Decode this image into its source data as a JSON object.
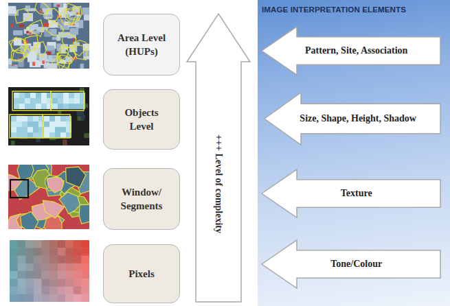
{
  "diagram": {
    "nodes": [
      {
        "text": [
          "Area Level (HUPs)"
        ]
      },
      {
        "text": [
          "Objects Level"
        ]
      },
      {
        "text": [
          "Window/ Segments"
        ]
      },
      {
        "text": [
          "Pixels"
        ]
      },
      {
        "text": [
          "+++ Level of complexity"
        ]
      },
      {
        "text": [
          "IMAGE INTERPRETATION ELEMENTS"
        ]
      },
      {
        "text": [
          "Pattern, Site, Association"
        ],
        "in": 5
      },
      {
        "text": [
          "Size, Shape, Height, Shadow"
        ],
        "in": 5
      },
      {
        "text": [
          "Texture"
        ],
        "in": 5
      },
      {
        "text": [
          "Tone/Colour"
        ],
        "in": 5
      }
    ]
  }
}
